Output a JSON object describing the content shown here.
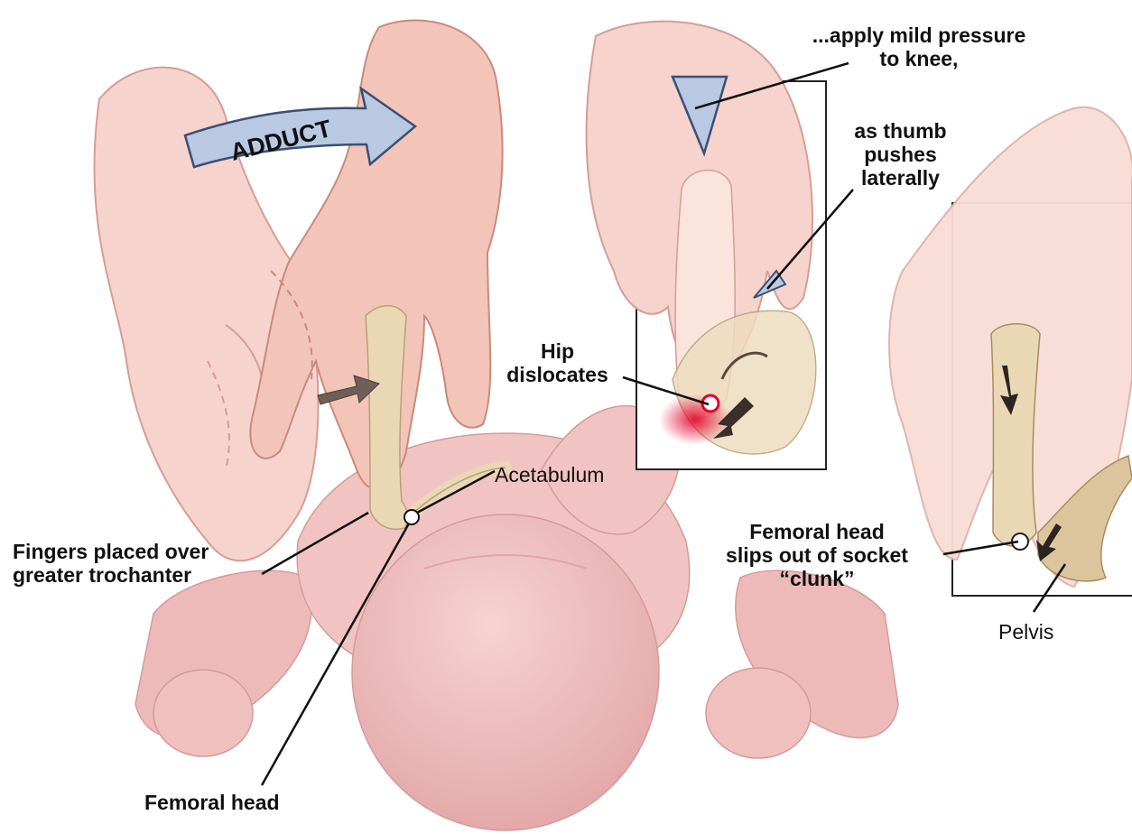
{
  "colors": {
    "skin": "#f6d3cc",
    "skin_shadow": "#d69d95",
    "baby_skin": "#f1c4c3",
    "bone": "#ead7b4",
    "arrow_fill": "#b9c9e2",
    "arrow_edge": "#3b4f74",
    "highlight": "#e4002b",
    "line": "#111111"
  },
  "arrow_label": "ADDUCT",
  "labels": {
    "apply_pressure": "...apply mild pressure\nto knee,",
    "thumb_pushes": "as thumb\npushes\nlaterally",
    "hip_dislocates": "Hip\ndislocates",
    "acetabulum": "Acetabulum",
    "fingers_placed": "Fingers placed over\ngreater trochanter",
    "femoral_head_slips": "Femoral head\nslips out of socket\n“clunk”",
    "pelvis": "Pelvis",
    "femoral_head": "Femoral head"
  }
}
